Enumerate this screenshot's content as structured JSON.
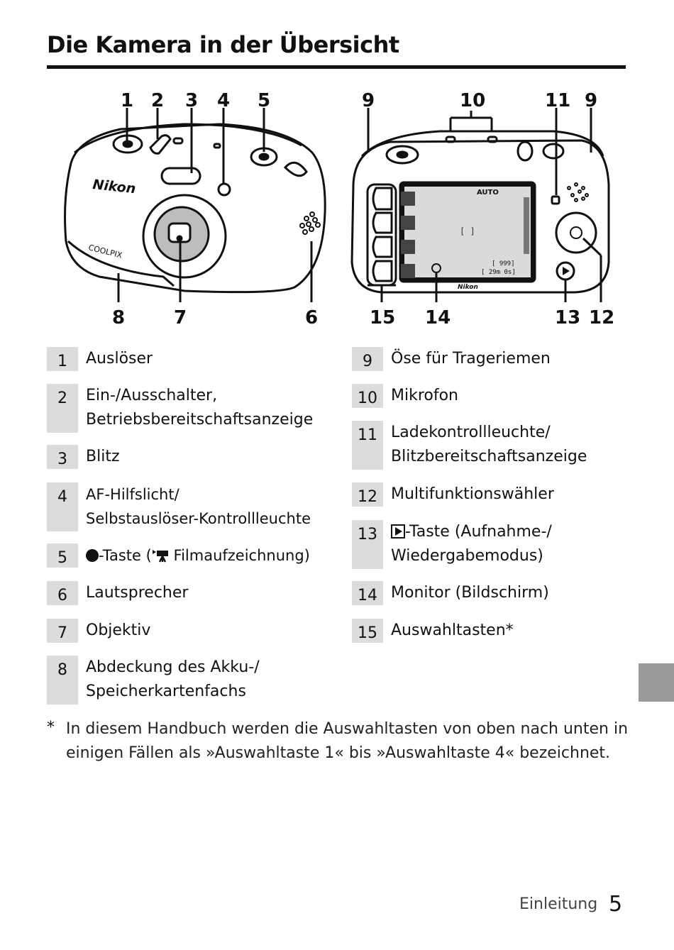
{
  "page": {
    "title": "Die Kamera in der Übersicht",
    "footer_section": "Einleitung",
    "page_number": "5"
  },
  "figure": {
    "front_callouts": [
      "1",
      "2",
      "3",
      "4",
      "5",
      "8",
      "7",
      "6"
    ],
    "back_callouts": [
      "9",
      "10",
      "11",
      "9",
      "15",
      "14",
      "13",
      "12"
    ],
    "brand_front": "Nikon",
    "model_front": "COOLPIX",
    "brand_back": "Nikon",
    "screen_mode": "AUTO",
    "screen_shots": "[ 999]",
    "screen_time": "[ 29m 0s]"
  },
  "legend_left": [
    {
      "num": "1",
      "text": "Auslöser"
    },
    {
      "num": "2",
      "text": "Ein-/Ausschalter, Betriebsbereitschaftsanzeige",
      "line1": "Ein-/Ausschalter,",
      "line2": "Betriebsbereitschaftsanzeige"
    },
    {
      "num": "3",
      "text": "Blitz"
    },
    {
      "num": "4",
      "text": "AF-Hilfslicht/ Selbstauslöser-Kontrollleuchte",
      "line1": "AF-Hilfslicht/",
      "line2": "Selbstauslöser-Kontrollleuchte"
    },
    {
      "num": "5",
      "text": "●-Taste (▶🎥 Filmaufzeichnung)",
      "prefix": "-Taste (",
      "suffix": " Filmaufzeichnung)"
    },
    {
      "num": "6",
      "text": "Lautsprecher"
    },
    {
      "num": "7",
      "text": "Objektiv"
    },
    {
      "num": "8",
      "text": "Abdeckung des Akku-/ Speicherkartenfachs",
      "line1": "Abdeckung des Akku-/",
      "line2": "Speicherkartenfachs"
    }
  ],
  "legend_right": [
    {
      "num": "9",
      "text": "Öse für Trageriemen"
    },
    {
      "num": "10",
      "text": "Mikrofon"
    },
    {
      "num": "11",
      "text": "Ladekontrollleuchte/ Blitzbereitschaftsanzeige",
      "line1": "Ladekontrollleuchte/",
      "line2": "Blitzbereitschaftsanzeige"
    },
    {
      "num": "12",
      "text": "Multifunktionswähler"
    },
    {
      "num": "13",
      "text": "▶-Taste (Aufnahme-/ Wiedergabemodus)",
      "line1": "-Taste (Aufnahme-/",
      "line2": "Wiedergabemodus)"
    },
    {
      "num": "14",
      "text": "Monitor (Bildschirm)"
    },
    {
      "num": "15",
      "text": "Auswahltasten*"
    }
  ],
  "footnote": {
    "mark": "*",
    "text": "In diesem Handbuch werden die Auswahltasten von oben nach unten in einigen Fällen als »Auswahltaste 1« bis »Auswahltaste 4« bezeichnet.",
    "line1": "In diesem Handbuch werden die Auswahltasten von oben nach unten in",
    "line2": "einigen Fällen als »Auswahltaste 1« bis »Auswahltaste 4« bezeichnet."
  }
}
